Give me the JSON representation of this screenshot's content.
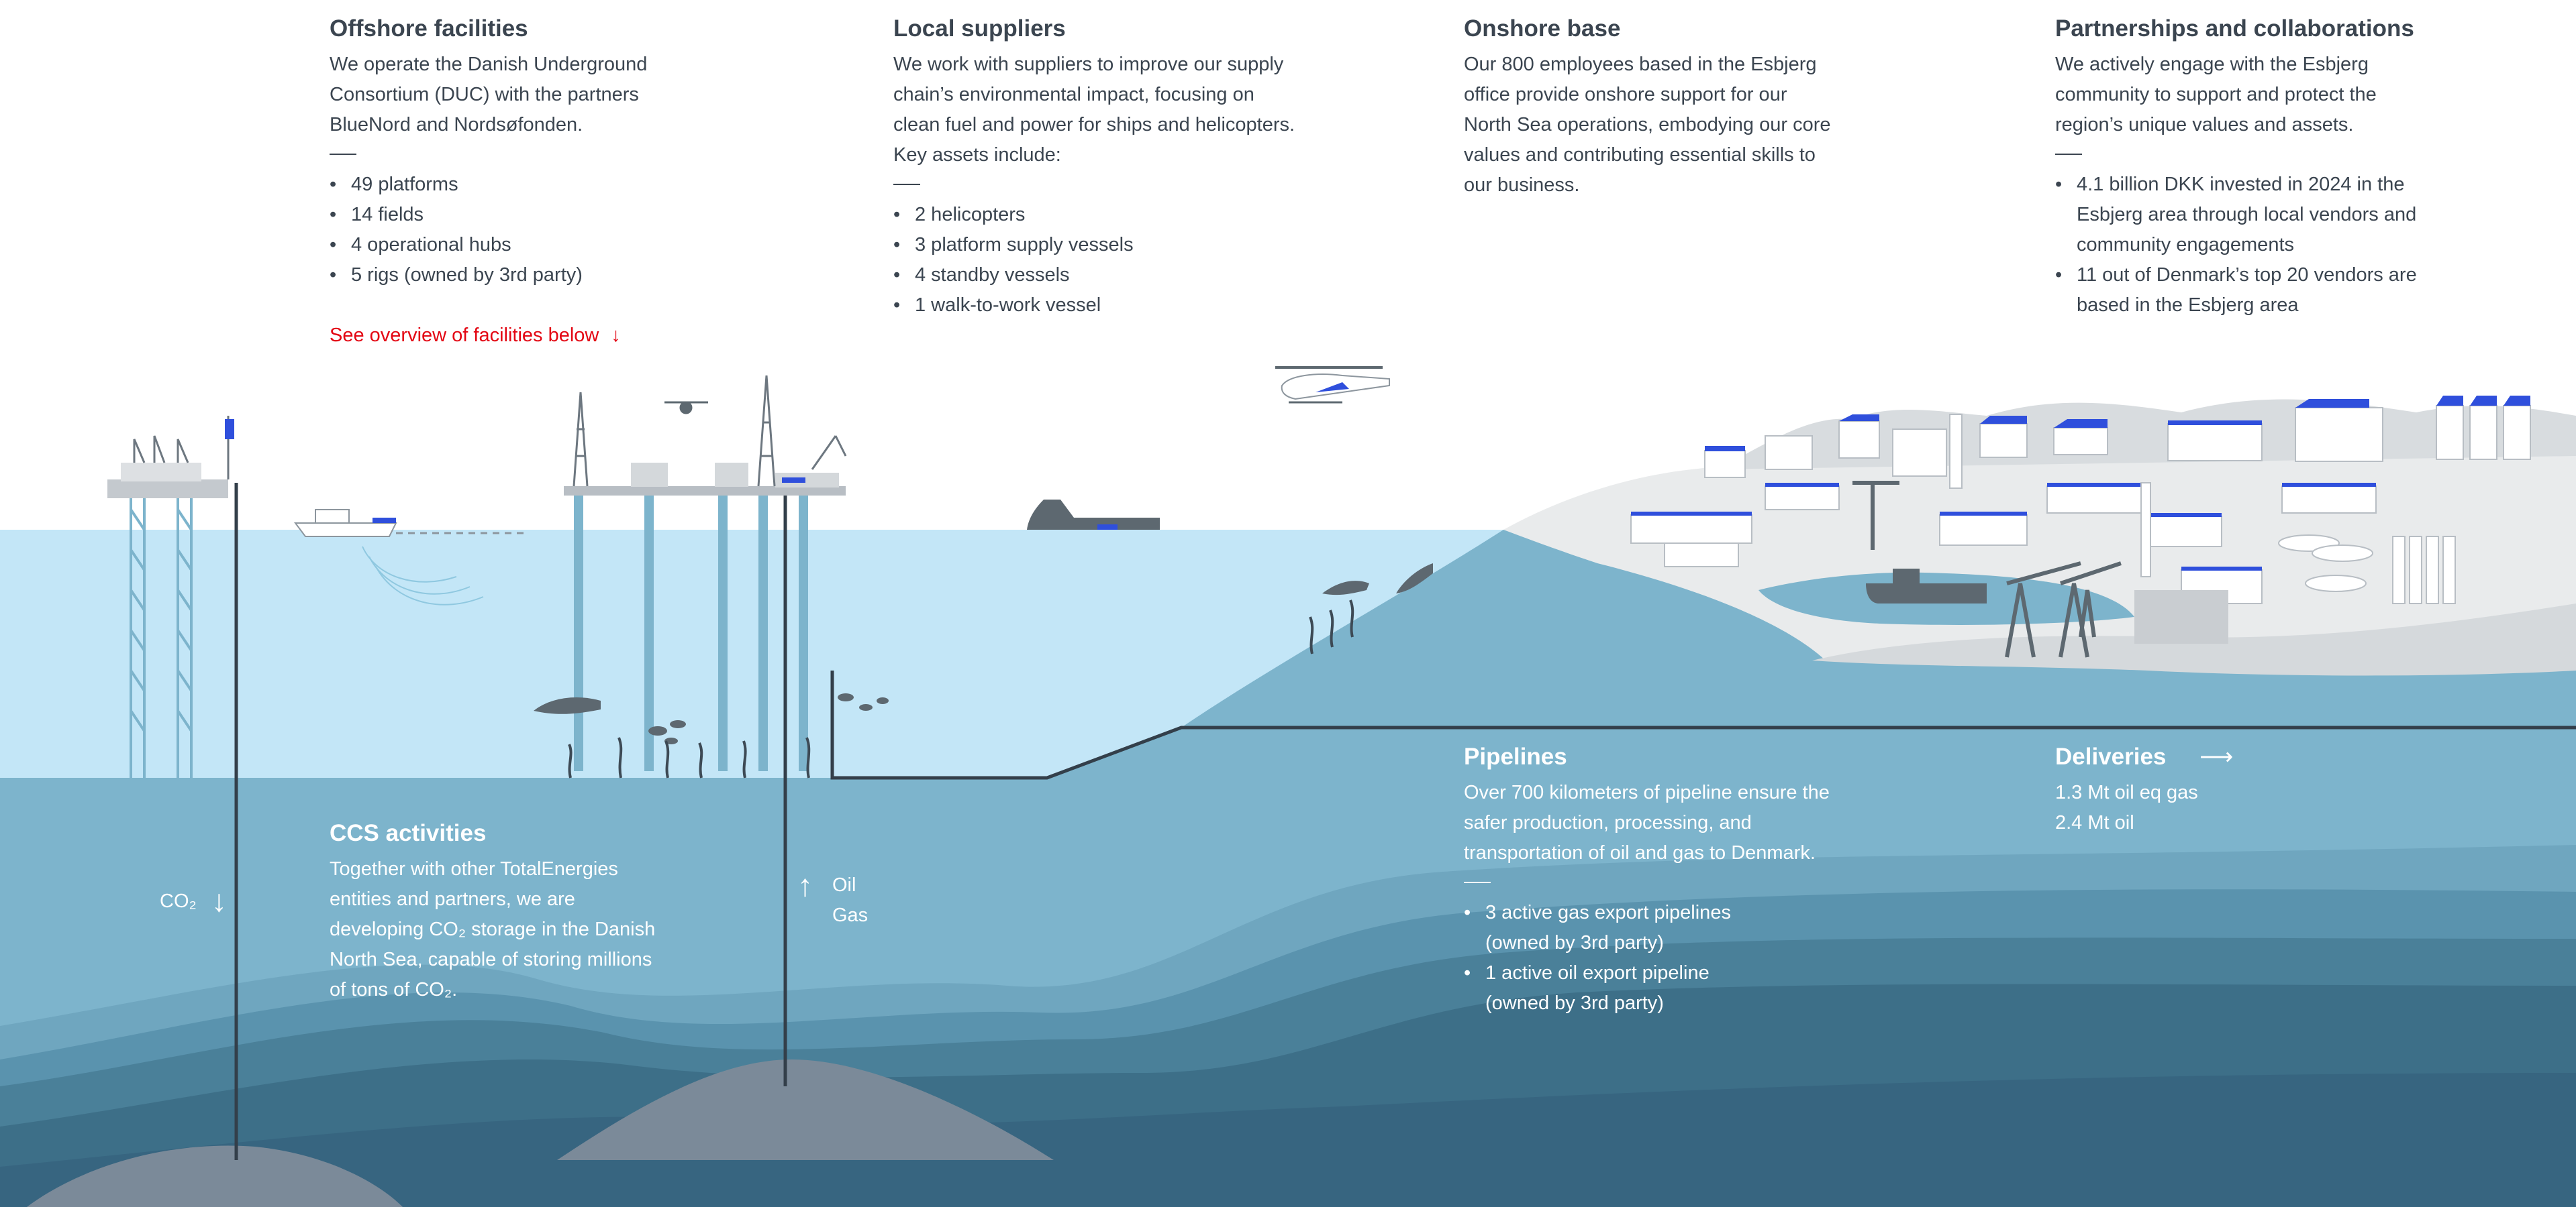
{
  "offshore": {
    "title": "Offshore facilities",
    "text": "We operate the Danish Underground Consortium (DUC) with the partners BlueNord and Nordsøfonden.",
    "items": [
      "49 platforms",
      "14 fields",
      "4 operational hubs",
      "5 rigs (owned by 3rd party)"
    ],
    "link": "See overview of facilities below"
  },
  "suppliers": {
    "title": "Local suppliers",
    "text": "We work with suppliers to improve our supply chain’s environmental impact, focusing on clean fuel and power for ships and helicopters. Key assets include:",
    "items": [
      "2 helicopters",
      "3 platform supply vessels",
      "4 standby vessels",
      "1 walk-to-work vessel"
    ]
  },
  "onshore": {
    "title": "Onshore base",
    "text": "Our 800 employees based in the Esbjerg office provide onshore support for our North Sea operations, embodying our core values and contributing essential skills to our business."
  },
  "partnerships": {
    "title": "Partnerships and collaborations",
    "text": "We actively engage with the Esbjerg community to support and protect the region’s unique values and assets.",
    "items": [
      "4.1 billion DKK invested in 2024 in the Esbjerg area through local vendors  and community engagements",
      "11 out of Denmark’s top 20 vendors are based in the Esbjerg area"
    ]
  },
  "ccs": {
    "title": "CCS activities",
    "text": "Together with other TotalEnergies entities and partners, we are developing CO₂ storage in the Danish North Sea, capable of storing millions of tons of CO₂."
  },
  "pipelines": {
    "title": "Pipelines",
    "text": "Over 700 kilometers of pipeline ensure the safer production, processing, and transportation of oil and gas to Denmark.",
    "items": [
      "3 active gas export pipelines (owned by 3rd party)",
      "1 active oil export pipeline (owned by 3rd party)"
    ]
  },
  "deliveries": {
    "title": "Deliveries",
    "lines": [
      "1.3 Mt oil eq gas",
      "2.4 Mt oil"
    ]
  },
  "flow_labels": {
    "co2": "CO₂",
    "oil": "Oil",
    "gas": "Gas"
  },
  "colors": {
    "text": "#3b4550",
    "link": "#e30613",
    "sea_surface": "#c3e6f7",
    "seabed_light": "#7db4cc",
    "strata": [
      "#6fa6bf",
      "#5a93ae",
      "#4a8099",
      "#3d6f88",
      "#376580"
    ],
    "accent_blue": "#2f4fdc",
    "land": "#e9ebec"
  },
  "icons": [
    "arrow-down-icon",
    "arrow-up-icon",
    "arrow-right-icon",
    "helicopter-icon",
    "drone-icon",
    "ship-icon",
    "seal-icon",
    "fish-icon"
  ]
}
